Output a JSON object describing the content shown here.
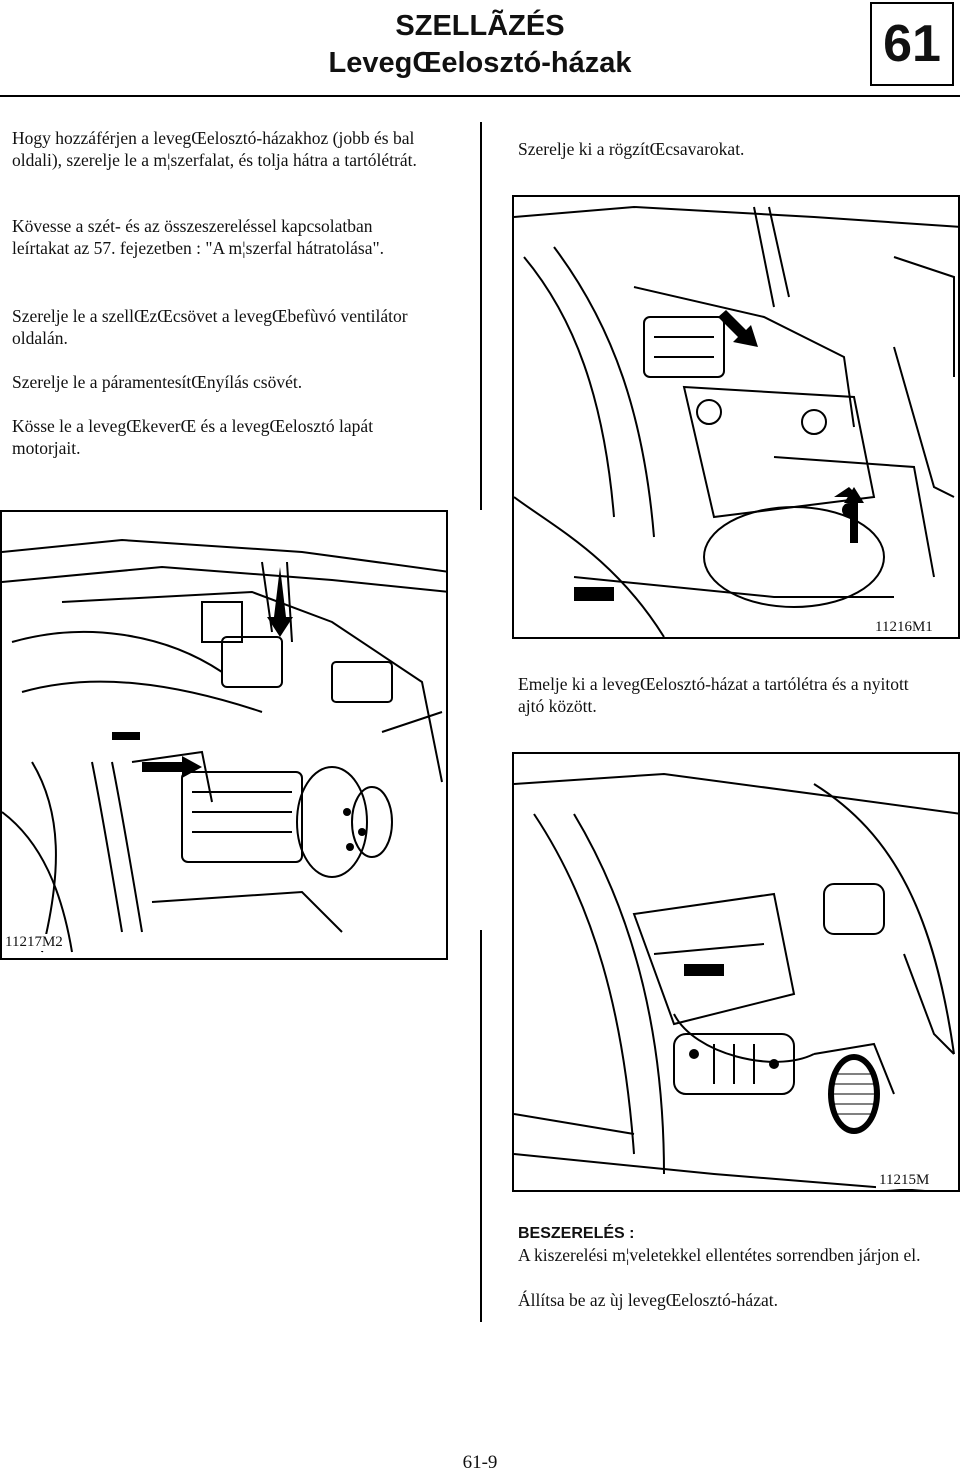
{
  "header": {
    "title_line1": "SZELLÃZÉS",
    "title_line2": "LevegŒelosztó-házak",
    "chapter": "61"
  },
  "left_column": {
    "paragraphs": [
      "Hogy hozzáférjen a levegŒelosztó-házakhoz (jobb és bal oldali), szerelje le a m¦szerfalat, és tolja hátra a tartólétrát.",
      "Kövesse a szét- és az összeszereléssel kapcsolatban leírtakat az 57. fejezetben : \"A m¦szerfal hátratolása\".",
      "Szerelje le a szellŒzŒcsövet a levegŒbefùvó ventilátor oldalán.",
      "Szerelje le a páramentesítŒnyílás csövét.",
      "Kösse le a levegŒkeverŒ és a levegŒelosztó lapát motorjait."
    ],
    "figure_code": "11217M2"
  },
  "right_column": {
    "step1": "Szerelje ki a rögzítŒcsavarokat.",
    "figure1_code": "11216M1",
    "step2": "Emelje ki a levegŒelosztó-házat a tartólétra és a nyitott ajtó között.",
    "figure2_code": "11215M",
    "reassembly_heading": "BESZERELÉS :",
    "reassembly_text1": "A kiszerelési m¦veletekkel ellentétes sorrendben járjon el.",
    "reassembly_text2": "Állítsa be az ùj levegŒelosztó-házat."
  },
  "footer": {
    "page_number": "61-9"
  }
}
